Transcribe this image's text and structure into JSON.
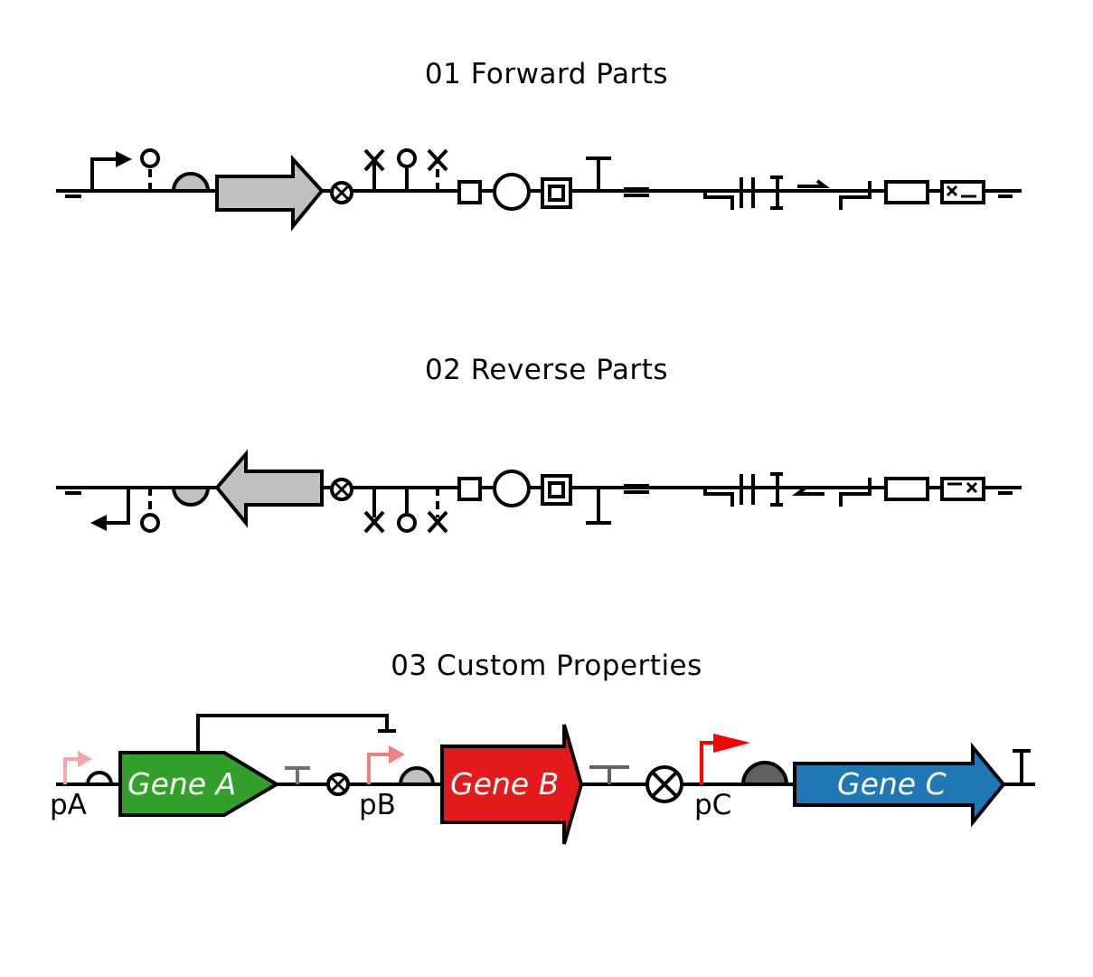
{
  "panels": [
    {
      "title": "01 Forward Parts"
    },
    {
      "title": "02 Reverse Parts"
    },
    {
      "title": "03 Custom Properties"
    }
  ],
  "custom": {
    "genes": [
      {
        "label": "Gene A",
        "color": "#33a02c"
      },
      {
        "label": "Gene B",
        "color": "#e31a1c"
      },
      {
        "label": "Gene C",
        "color": "#1f78b4"
      }
    ],
    "promoters": [
      {
        "label": "pA",
        "color": "#f4a6a6"
      },
      {
        "label": "pB",
        "color": "#f08080"
      },
      {
        "label": "pC",
        "color": "#ff0000"
      }
    ],
    "cds_grey": "#c0c0c0",
    "rbs_dark": "#606060",
    "terminator_grey": "#707070"
  }
}
